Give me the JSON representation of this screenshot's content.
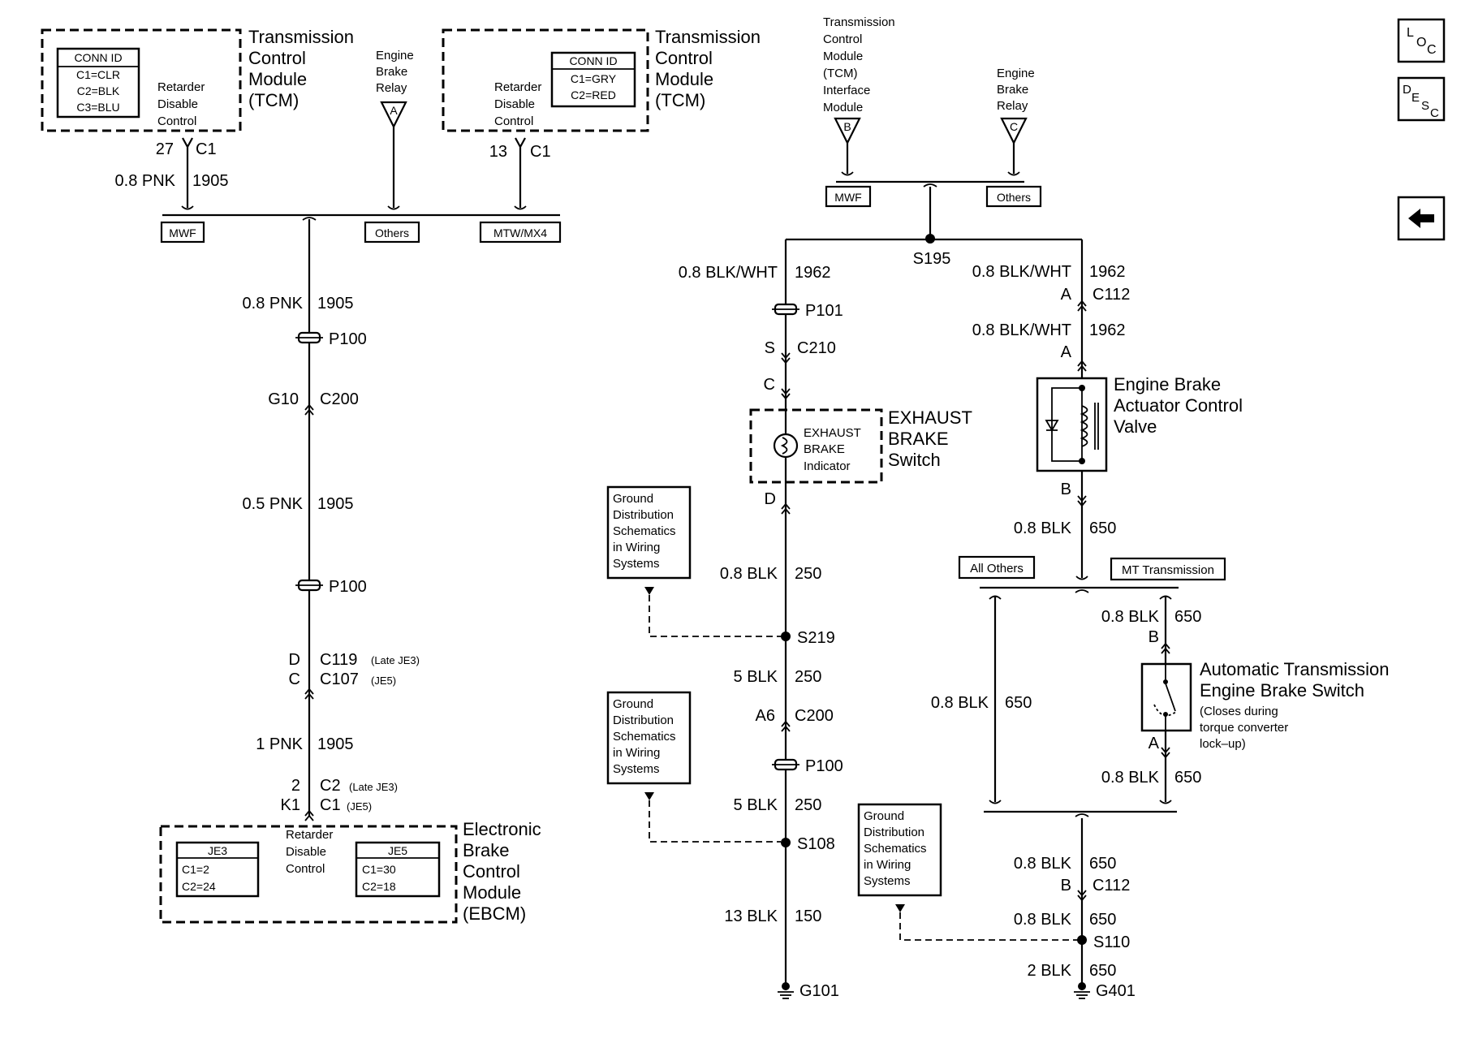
{
  "nav": {
    "loc_label": "LOC",
    "desc_label": "DESC",
    "back_icon": "arrow-left-icon"
  },
  "left": {
    "tcm_top": {
      "title": [
        "Transmission",
        "Control",
        "Module",
        "(TCM)"
      ],
      "retarder": [
        "Retarder",
        "Disable",
        "Control"
      ],
      "conn_id": {
        "header": "CONN ID",
        "rows": [
          "C1=CLR",
          "C2=BLK",
          "C3=BLU"
        ]
      }
    },
    "engine_brake_relay": {
      "lines": [
        "Engine",
        "Brake",
        "Relay"
      ],
      "pin": "A"
    },
    "tcm_mtw": {
      "title": [
        "Transmission",
        "Control",
        "Module",
        "(TCM)"
      ],
      "retarder": [
        "Retarder",
        "Disable",
        "Control"
      ],
      "conn_id": {
        "header": "CONN ID",
        "rows": [
          "C1=GRY",
          "C2=RED"
        ]
      }
    },
    "pin27": "27",
    "c1_a": "C1",
    "pin13": "13",
    "c1_b": "C1",
    "wire_top_size": "0.8 PNK",
    "wire_top_circuit": "1905",
    "opt_mwf": "MWF",
    "opt_others": "Others",
    "opt_mtw": "MTW/MX4",
    "w1_size": "0.8 PNK",
    "w1_circuit": "1905",
    "p100_a": "P100",
    "g10": "G10",
    "c200": "C200",
    "w2_size": "0.5 PNK",
    "w2_circuit": "1905",
    "p100_b": "P100",
    "d_pin": "D",
    "c119": "C119",
    "c119_note": "(Late JE3)",
    "c_pin": "C",
    "c107": "C107",
    "c107_note": "(JE5)",
    "w3_size": "1 PNK",
    "w3_circuit": "1905",
    "pin2": "2",
    "c2": "C2",
    "c2_note": "(Late JE3)",
    "k1": "K1",
    "c1_ebcm": "C1",
    "c1_ebcm_note": "(JE5)",
    "ebcm": {
      "title": [
        "Electronic",
        "Brake",
        "Control",
        "Module",
        "(EBCM)"
      ],
      "retarder": [
        "Retarder",
        "Disable",
        "Control"
      ],
      "je3": {
        "header": "JE3",
        "rows": [
          "C1=2",
          "C2=24"
        ]
      },
      "je5": {
        "header": "JE5",
        "rows": [
          "C1=30",
          "C2=18"
        ]
      }
    }
  },
  "right": {
    "tcm_interface": {
      "lines": [
        "Transmission",
        "Control",
        "Module",
        "(TCM)",
        "Interface",
        "Module"
      ],
      "pin": "B"
    },
    "engine_brake_relay": {
      "lines": [
        "Engine",
        "Brake",
        "Relay"
      ],
      "pin": "C"
    },
    "opt_mwf": "MWF",
    "opt_others": "Others",
    "s195": "S195",
    "l_w1_size": "0.8 BLK/WHT",
    "l_w1_circuit": "1962",
    "p101": "P101",
    "s_pin": "S",
    "c210": "C210",
    "c_pin": "C",
    "exhaust": {
      "title": [
        "EXHAUST",
        "BRAKE",
        "Switch"
      ],
      "indicator": [
        "EXHAUST",
        "BRAKE",
        "Indicator"
      ]
    },
    "d_pin": "D",
    "l_w2_size": "0.8 BLK",
    "l_w2_circuit": "250",
    "s219": "S219",
    "l_w3_size": "5 BLK",
    "l_w3_circuit": "250",
    "a6": "A6",
    "c200": "C200",
    "p100": "P100",
    "l_w4_size": "5 BLK",
    "l_w4_circuit": "250",
    "s108": "S108",
    "l_w5_size": "13 BLK",
    "l_w5_circuit": "150",
    "g101": "G101",
    "gd1": [
      "Ground",
      "Distribution",
      "Schematics",
      "in Wiring",
      "Systems"
    ],
    "gd2": [
      "Ground",
      "Distribution",
      "Schematics",
      "in Wiring",
      "Systems"
    ],
    "gd3": [
      "Ground",
      "Distribution",
      "Schematics",
      "in Wiring",
      "Systems"
    ],
    "r_w1_size": "0.8 BLK/WHT",
    "r_w1_circuit": "1962",
    "a_pin": "A",
    "c112": "C112",
    "r_w2_size": "0.8 BLK/WHT",
    "r_w2_circuit": "1962",
    "a_pin2": "A",
    "actuator": [
      "Engine Brake",
      "Actuator Control",
      "Valve"
    ],
    "b_pin": "B",
    "r_w3_size": "0.8 BLK",
    "r_w3_circuit": "650",
    "opt_all_others": "All Others",
    "opt_mt": "MT Transmission",
    "ao_size": "0.8 BLK",
    "ao_circuit": "650",
    "mt_w1_size": "0.8 BLK",
    "mt_w1_circuit": "650",
    "mt_b": "B",
    "at_switch": [
      "Automatic Transmission",
      "Engine Brake Switch"
    ],
    "at_note": [
      "(Closes during",
      "torque converter",
      "lock–up)"
    ],
    "mt_a": "A",
    "mt_w2_size": "0.8 BLK",
    "mt_w2_circuit": "650",
    "r_w4_size": "0.8 BLK",
    "r_w4_circuit": "650",
    "b_pin2": "B",
    "c112_b": "C112",
    "r_w5_size": "0.8 BLK",
    "r_w5_circuit": "650",
    "s110": "S110",
    "r_w6_size": "2 BLK",
    "r_w6_circuit": "650",
    "g401": "G401"
  }
}
